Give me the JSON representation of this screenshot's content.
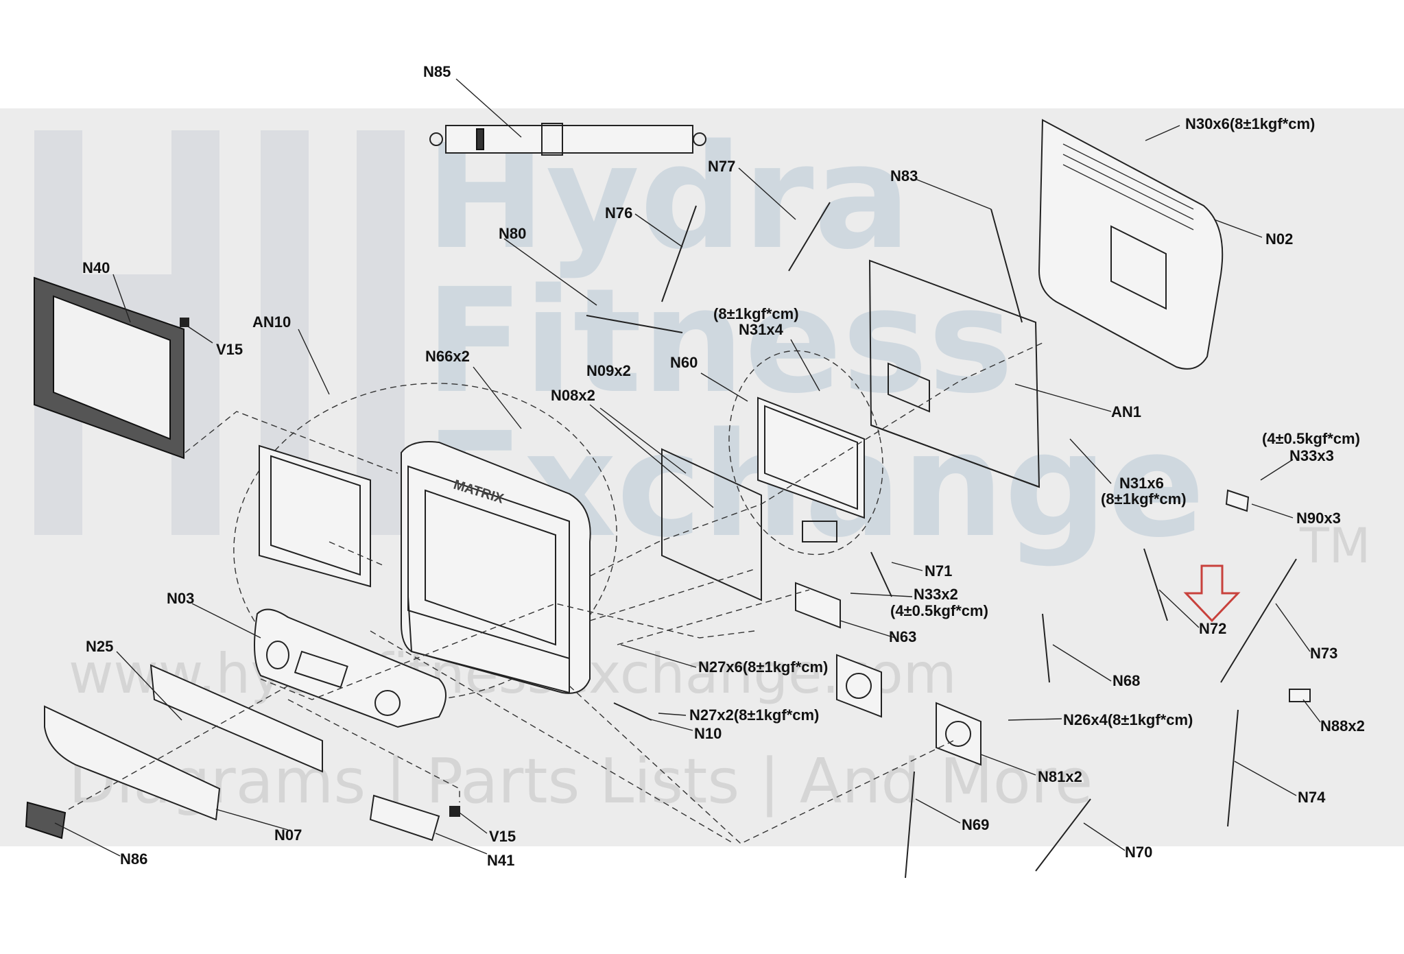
{
  "watermark": {
    "line1": "Hydra",
    "line2": "Fitness",
    "line3": "Exchange",
    "tm": "TM",
    "url": "www.hydrafitnessexchange.com",
    "tagline": "Diagrams | Parts Lists | And More"
  },
  "console_brand": "MATRIX",
  "callouts": {
    "n85": "N85",
    "n30x6": "N30x6(8±1kgf*cm)",
    "n77": "N77",
    "n83": "N83",
    "n76": "N76",
    "n80": "N80",
    "n02": "N02",
    "n40": "N40",
    "v15_top": "V15",
    "an10": "AN10",
    "n31x4_torque": "(8±1kgf*cm)",
    "n31x4": "N31x4",
    "n66x2": "N66x2",
    "n09x2": "N09x2",
    "n60": "N60",
    "n08x2": "N08x2",
    "an1": "AN1",
    "n33x3_torque": "(4±0.5kgf*cm)",
    "n33x3": "N33x3",
    "n31x6": "N31x6",
    "n31x6_torque": "(8±1kgf*cm)",
    "n90x3": "N90x3",
    "n71": "N71",
    "n33x2": "N33x2",
    "n33x2_torque": "(4±0.5kgf*cm)",
    "n03": "N03",
    "n72": "N72",
    "n63": "N63",
    "n73": "N73",
    "n25": "N25",
    "n27x6": "N27x6(8±1kgf*cm)",
    "n68": "N68",
    "n27x2": "N27x2(8±1kgf*cm)",
    "n10": "N10",
    "n26x4": "N26x4(8±1kgf*cm)",
    "n88x2": "N88x2",
    "n81x2": "N81x2",
    "n74": "N74",
    "n07": "N07",
    "v15_bottom": "V15",
    "n69": "N69",
    "n86": "N86",
    "n41": "N41",
    "n70": "N70"
  },
  "colors": {
    "highlight_arrow": "#c8413c",
    "watermark_band": "#ececec",
    "watermark_text": "#b9c9d6"
  }
}
